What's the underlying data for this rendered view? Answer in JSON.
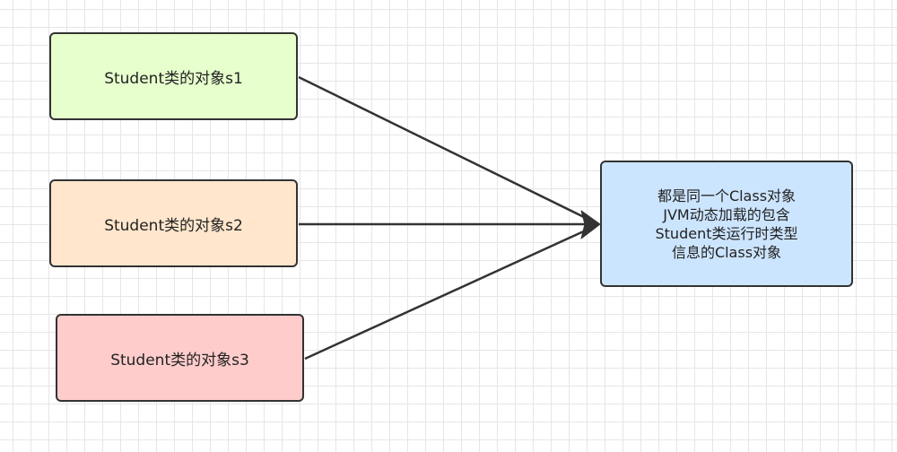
{
  "nodes": {
    "s1": {
      "label": "Student类的对象s1",
      "fill": "#e6ffcc"
    },
    "s2": {
      "label": "Student类的对象s2",
      "fill": "#ffe6cc"
    },
    "s3": {
      "label": "Student类的对象s3",
      "fill": "#ffcccc"
    },
    "class_object": {
      "lines": [
        "都是同一个Class对象",
        "JVM动态加载的包含",
        "Student类运行时类型",
        "信息的Class对象"
      ],
      "fill": "#cce5ff"
    }
  },
  "edges": [
    {
      "from": "s1",
      "to": "class_object"
    },
    {
      "from": "s2",
      "to": "class_object"
    },
    {
      "from": "s3",
      "to": "class_object"
    }
  ]
}
